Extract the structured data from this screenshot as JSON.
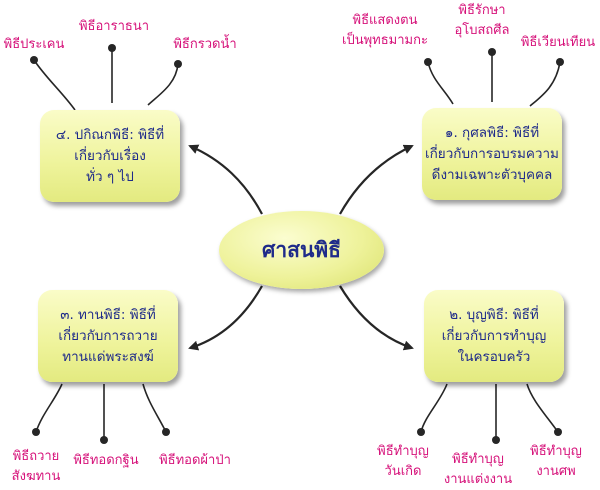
{
  "center": {
    "label": "ศาสนพิธี"
  },
  "topics": {
    "kusala": {
      "lines": [
        "๑. กุศลพิธี: พิธีที่",
        "เกี่ยวกับการอบรมความ",
        "ดีงามเฉพาะตัวบุคคล"
      ]
    },
    "bunya": {
      "lines": [
        "๒. บุญพิธี: พิธีที่",
        "เกี่ยวกับการทำบุญ",
        "ในครอบครัว"
      ]
    },
    "thana": {
      "lines": [
        "๓. ทานพิธี: พิธีที่",
        "เกี่ยวกับการถวาย",
        "ทานแด่พระสงฆ์"
      ]
    },
    "pakinnaka": {
      "lines": [
        "๔. ปกิณกพิธี: พิธีที่",
        "เกี่ยวกับเรื่อง",
        "ทั่ว ๆ ไป"
      ]
    }
  },
  "ceremonies": {
    "kusala": [
      {
        "lines": [
          "พิธีแสดงตน",
          "เป็นพุทธมามกะ"
        ]
      },
      {
        "lines": [
          "พิธีรักษา",
          "อุโบสถศีล"
        ]
      },
      {
        "lines": [
          "พิธีเวียนเทียน"
        ]
      }
    ],
    "bunya": [
      {
        "lines": [
          "พิธีทำบุญ",
          "วันเกิด"
        ]
      },
      {
        "lines": [
          "พิธีทำบุญ",
          "งานแต่งงาน"
        ]
      },
      {
        "lines": [
          "พิธีทำบุญ",
          "งานศพ"
        ]
      }
    ],
    "thana": [
      {
        "lines": [
          "พิธีถวาย",
          "สังฆทาน"
        ]
      },
      {
        "lines": [
          "พิธีทอดกฐิน"
        ]
      },
      {
        "lines": [
          "พิธีทอดผ้าป่า"
        ]
      }
    ],
    "pakinnaka": [
      {
        "lines": [
          "พิธีประเคน"
        ]
      },
      {
        "lines": [
          "พิธีอาราธนา"
        ]
      },
      {
        "lines": [
          "พิธีกรวดน้ำ"
        ]
      }
    ]
  },
  "colors": {
    "box_text": "#1f2b8a",
    "leaf_text": "#d6127a",
    "box_fill": "#eef39a"
  }
}
